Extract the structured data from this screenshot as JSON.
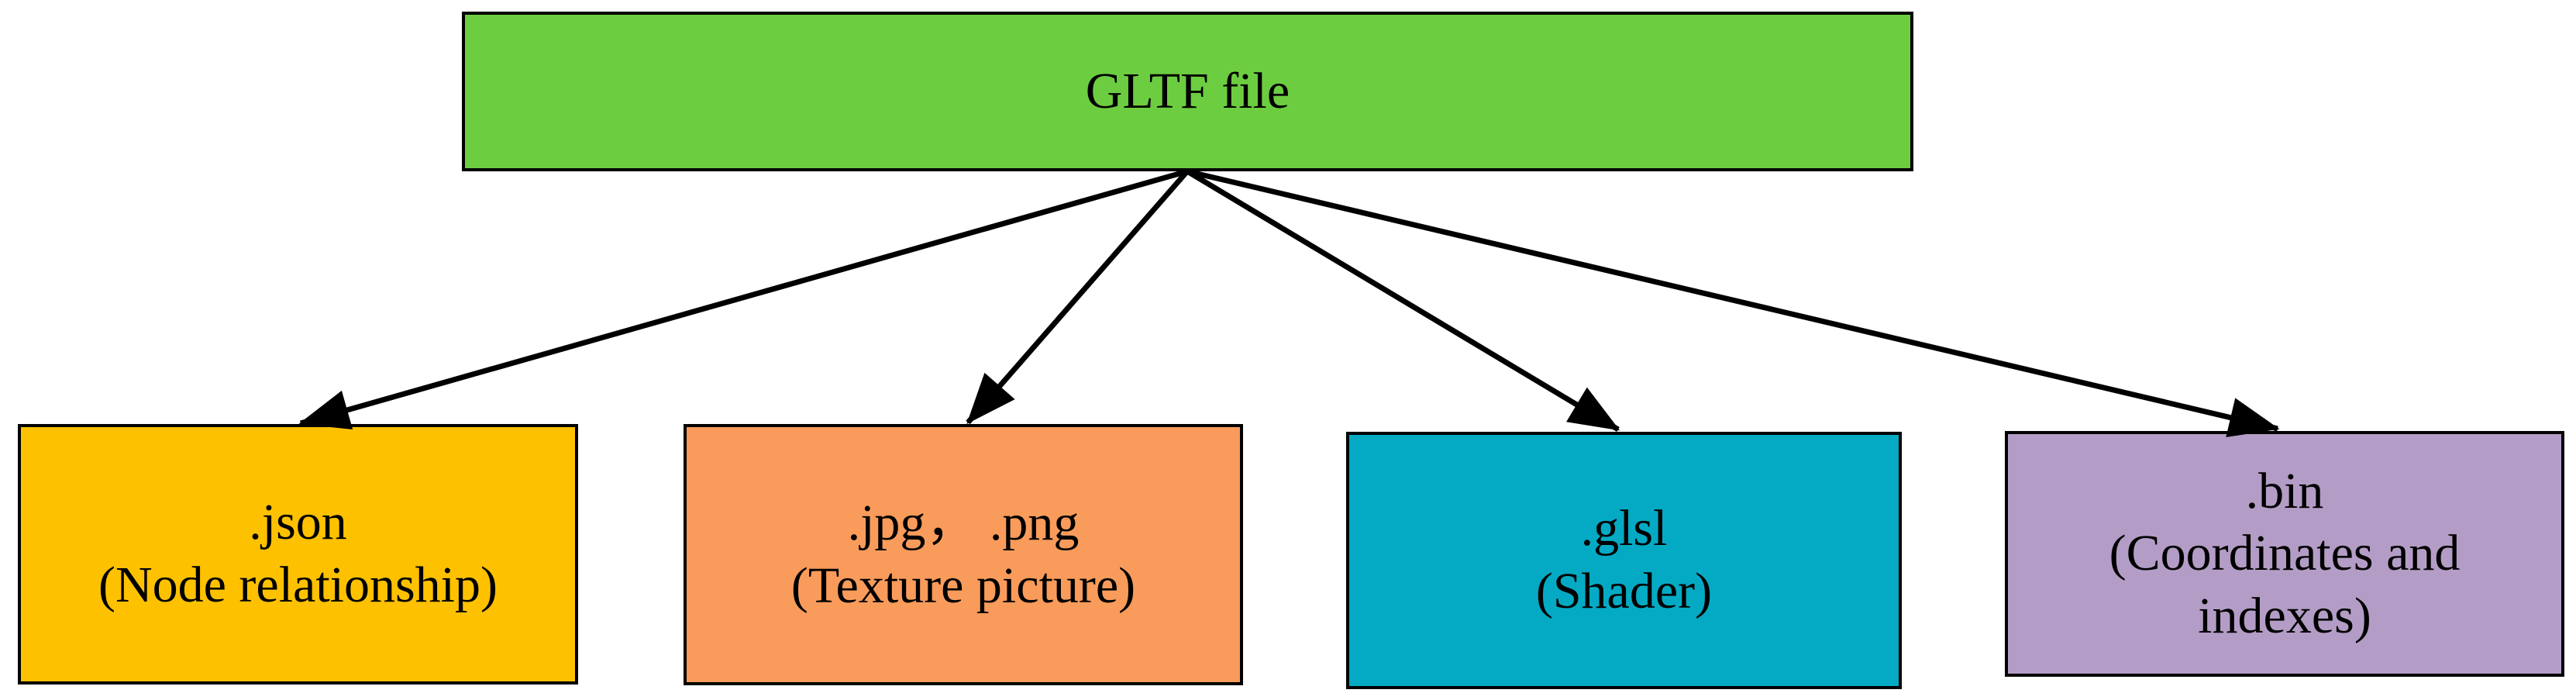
{
  "figure": {
    "root": {
      "label": "GLTF file",
      "fill": "#6DCD40"
    },
    "children": [
      {
        "id": "json",
        "lines": [
          ".json",
          "(Node relationship)"
        ],
        "fill": "#FEC100"
      },
      {
        "id": "jpg-png",
        "lines": [
          ".jpg， .png",
          "(Texture picture)"
        ],
        "fill": "#F99B5B"
      },
      {
        "id": "glsl",
        "lines": [
          ".glsl",
          "(Shader)"
        ],
        "fill": "#04AAC4"
      },
      {
        "id": "bin",
        "lines": [
          ".bin",
          "(Coordinates and",
          "indexes)"
        ],
        "fill": "#B39DC6"
      }
    ],
    "arrow_color": "#000000",
    "border_color": "#000000",
    "background": "#FFFFFF"
  }
}
